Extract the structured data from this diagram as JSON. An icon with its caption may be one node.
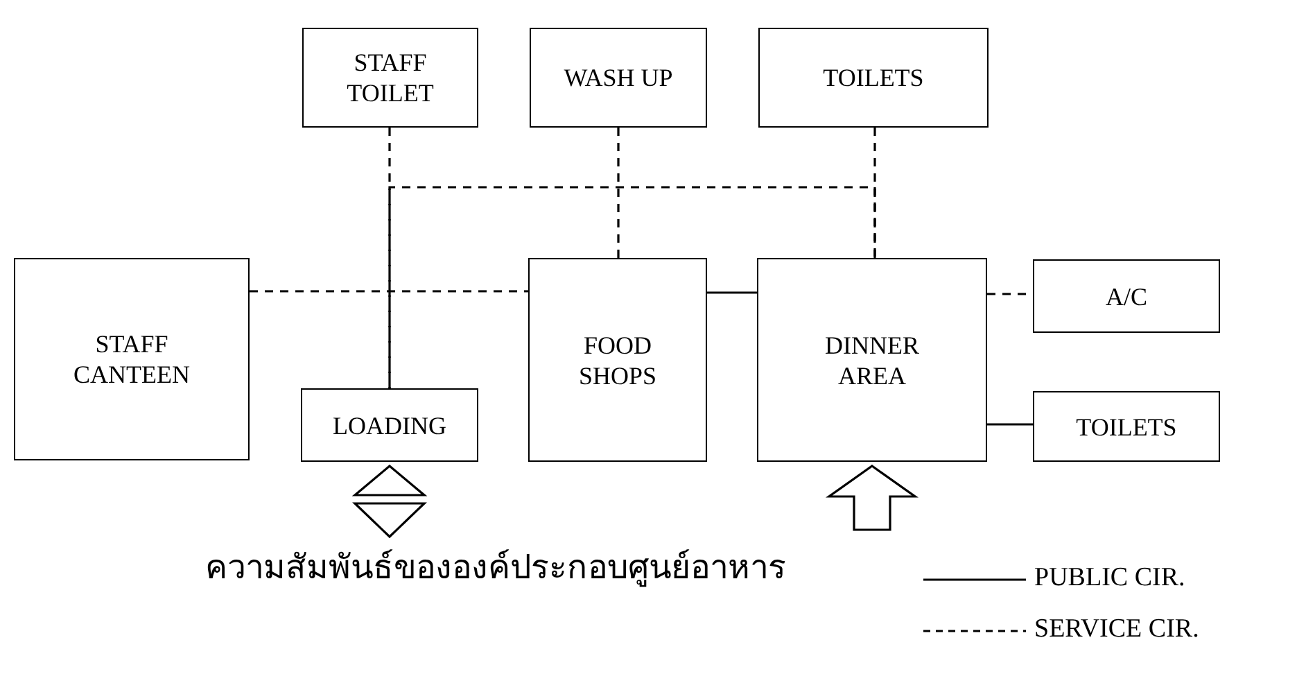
{
  "diagram": {
    "caption": "ความสัมพันธ์ขององค์ประกอบศูนย์อาหาร",
    "nodes": [
      {
        "text": [
          "STAFF TOILET"
        ]
      },
      {
        "text": [
          "WASH UP"
        ]
      },
      {
        "text": [
          "TOILETS"
        ]
      },
      {
        "text": [
          "STAFF CANTEEN"
        ]
      },
      {
        "text": [
          "LOADING"
        ]
      },
      {
        "text": [
          "FOOD SHOPS"
        ]
      },
      {
        "text": [
          "DINNER AREA"
        ]
      },
      {
        "text": [
          "A/C"
        ]
      },
      {
        "text": [
          "TOILETS"
        ]
      }
    ],
    "edges": [
      {
        "from": 3,
        "to": 5,
        "arrow": "none",
        "style": "dashed"
      },
      {
        "from": 5,
        "to": 6,
        "arrow": "none"
      },
      {
        "from": 6,
        "to": 7,
        "arrow": "none",
        "style": "dashed"
      },
      {
        "from": 6,
        "to": 8,
        "arrow": "none"
      },
      {
        "from": 0,
        "to": 4,
        "arrow": "none",
        "style": "dashed"
      },
      {
        "from": 1,
        "to": 5,
        "arrow": "none",
        "style": "dashed"
      },
      {
        "from": 2,
        "to": 6,
        "arrow": "none",
        "style": "dashed"
      },
      {
        "from": 4,
        "to": 6,
        "arrow": "none",
        "style": "dashed"
      },
      {
        "from": null,
        "to": 4,
        "arrow": "both"
      },
      {
        "from": null,
        "to": 6,
        "arrow": "to"
      }
    ],
    "legend": [
      {
        "text": "PUBLIC CIR."
      },
      {
        "text": "SERVICE CIR."
      }
    ]
  }
}
